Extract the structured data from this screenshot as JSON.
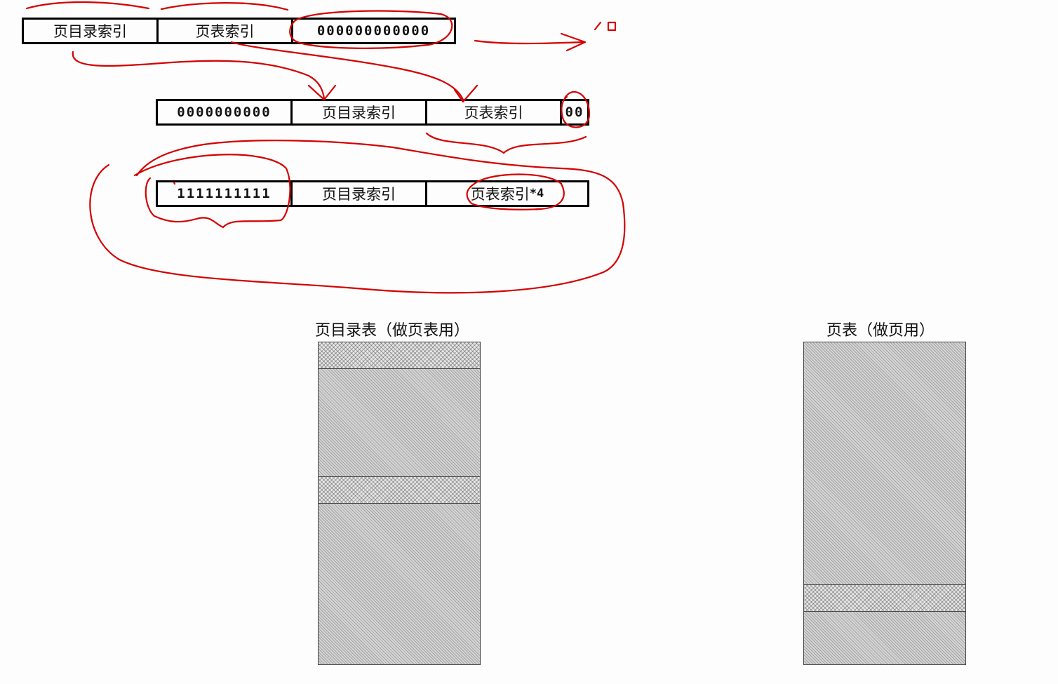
{
  "rows": [
    {
      "cells": [
        {
          "text": "页目录索引",
          "mono": false
        },
        {
          "text": "页表索引",
          "mono": false
        },
        {
          "text": "000000000000",
          "mono": true
        }
      ]
    },
    {
      "cells": [
        {
          "text": "0000000000",
          "mono": true
        },
        {
          "text": "页目录索引",
          "mono": false
        },
        {
          "text": "页表索引",
          "mono": false
        },
        {
          "text": "00",
          "mono": true
        }
      ]
    },
    {
      "cells": [
        {
          "text": "1111111111",
          "mono": true
        },
        {
          "text": "页目录索引",
          "mono": false
        },
        {
          "text": "页表索引",
          "suffix": "*4"
        }
      ]
    }
  ],
  "tables": {
    "page_directory": {
      "title": "页目录表（做页表用）",
      "highlighted_entries": 2
    },
    "page_table": {
      "title": "页表（做页用）",
      "highlighted_entries": 1
    }
  },
  "annotation_color": "#d40000"
}
